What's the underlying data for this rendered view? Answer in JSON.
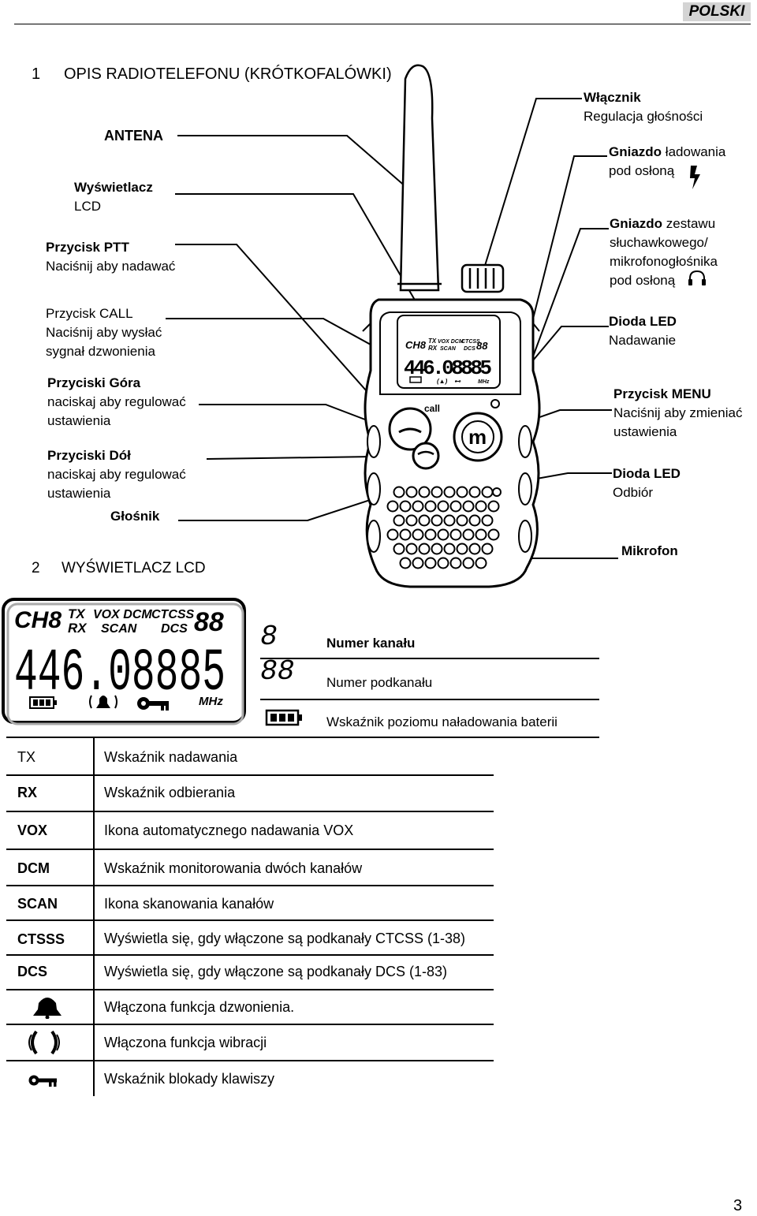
{
  "header": {
    "language": "POLSKI"
  },
  "section1": {
    "number": "1",
    "title": "OPIS RADIOTELEFONU (KRÓTKOFALÓWKI)"
  },
  "section2": {
    "number": "2",
    "title": "WYŚWIETLACZ LCD"
  },
  "left_labels": {
    "antenna": "ANTENA",
    "lcd_bold": "Wyświetlacz",
    "lcd_normal": "LCD",
    "ptt_bold": "Przycisk PTT",
    "ptt_normal": "Naciśnij aby nadawać",
    "call_bold": "Przycisk CALL",
    "call_line2": "Naciśnij aby wysłać",
    "call_line3": "sygnał dzwonienia",
    "up_bold": "Przyciski Góra",
    "up_line2": "naciskaj aby regulować",
    "up_line3": "ustawienia",
    "down_bold": "Przyciski Dół",
    "down_line2": "naciskaj aby regulować",
    "down_line3": "ustawienia",
    "speaker": "Głośnik"
  },
  "right_labels": {
    "power_bold": "Włącznik",
    "power_normal": "Regulacja głośności",
    "charge_bold": "Gniazdo",
    "charge_rest": "ładowania",
    "charge_line2": "pod osłoną",
    "headset_bold": "Gniazdo",
    "headset_rest": "zestawu",
    "headset_line2": "słuchawkowego/",
    "headset_line3": "mikrofonogłośnika",
    "headset_line4": "pod osłoną",
    "led_tx_bold": "Dioda LED",
    "led_tx_normal": "Nadawanie",
    "menu_bold": "Przycisk MENU",
    "menu_line2": "Naciśnij aby zmieniać",
    "menu_line3": "ustawienia",
    "led_rx_bold": "Dioda LED",
    "led_rx_normal": "Odbiór",
    "mic": "Mikrofon"
  },
  "radio": {
    "lcd_ch": "CH8",
    "lcd_tx": "TX",
    "lcd_rx": "RX",
    "lcd_vox": "VOX DCM",
    "lcd_scan": "SCAN",
    "lcd_ctcss": "CTCSS",
    "lcd_dcs": "DCS",
    "lcd_sub": "88",
    "lcd_freq": "446.08885",
    "lcd_mhz": "MHz",
    "call_label": "call",
    "menu_glyph": "m"
  },
  "lcd_display": {
    "ch": "CH8",
    "tx": "TX",
    "rx": "RX",
    "vox_dcm": "VOX DCM",
    "scan": "SCAN",
    "ctcss": "CTCSS",
    "dcs": "DCS",
    "sub": "88",
    "freq": "446.08885",
    "mhz": "MHz"
  },
  "legend_right": {
    "channel_digit": "8",
    "channel": "Numer kanału",
    "subchannel_digits": "88",
    "subchannel": "Numer podkanału",
    "battery": "Wskaźnik poziomu naładowania baterii"
  },
  "icons": {
    "charge": "lightning-icon",
    "headset": "headphones-icon",
    "bell": "bell-icon",
    "vibrate": "vibrate-icon",
    "key": "key-icon",
    "battery": "battery-icon"
  },
  "legend_table": [
    {
      "symbol": "TX",
      "desc": "Wskaźnik nadawania"
    },
    {
      "symbol": "RX",
      "desc": "Wskaźnik odbierania"
    },
    {
      "symbol": "VOX",
      "desc": "Ikona automatycznego nadawania VOX"
    },
    {
      "symbol": "DCM",
      "desc": "Wskaźnik monitorowania dwóch kanałów"
    },
    {
      "symbol": "SCAN",
      "desc": "Ikona skanowania kanałów"
    },
    {
      "symbol": "CTSSS",
      "desc": "Wyświetla się, gdy włączone są podkanały CTCSS (1-38)"
    },
    {
      "symbol": "DCS",
      "desc": "Wyświetla się, gdy włączone są podkanały DCS (1-83)"
    },
    {
      "symbol": "",
      "desc": "Włączona funkcja dzwonienia."
    },
    {
      "symbol": "",
      "desc": "Włączona funkcja wibracji"
    },
    {
      "symbol": "",
      "desc": "Wskaźnik blokady klawiszy"
    }
  ],
  "footer": {
    "page_number": "3"
  }
}
